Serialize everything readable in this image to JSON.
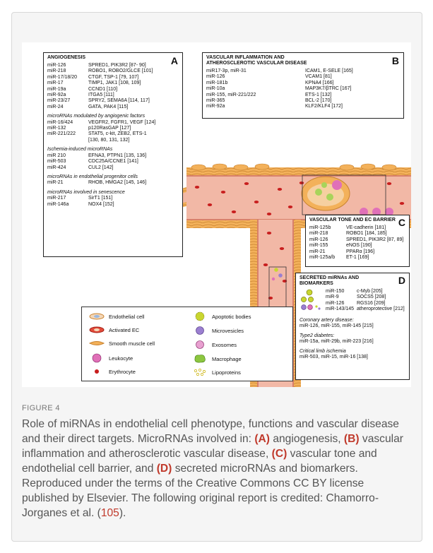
{
  "figure_label": "FIGURE 4",
  "caption": {
    "t1": "Role of miRNAs in endothelial cell phenotype, functions and vascular disease and their direct targets. MicroRNAs involved in: ",
    "a": "(A)",
    "t2": " angiogenesis, ",
    "b": "(B)",
    "t3": " vascular inflammation and atherosclerotic vascular disease, ",
    "c": "(C)",
    "t4": " vascular tone and endothelial cell barrier, and ",
    "d": "(D)",
    "t5": " secreted microRNAs and biomarkers. Reproduced under the terms of the Creative Commons CC BY license published by Elsevier. The following original report is credited: Chamorro-Jorganes et al. (",
    "ref": "105",
    "t6": ")."
  },
  "panel_a": {
    "letter": "A",
    "title": "ANGIOGENESIS",
    "rows": [
      [
        "miR-126",
        "SPRED1, PIK3R2 [87- 90]"
      ],
      [
        "miR-218",
        "ROBO1, ROBO2/GLCE [101]"
      ],
      [
        "miR-17/18/20",
        "CTGF, TSP-1 [79, 107]"
      ],
      [
        "miR-17",
        "TIMP1, JAK1 [108, 109]"
      ],
      [
        "miR-19a",
        "CCND1 [110]"
      ],
      [
        "miR-92a",
        "ITGA5 [111]"
      ],
      [
        "miR-23/27",
        "SPRY2, SEMA6A [114, 117]"
      ],
      [
        "miR-24",
        "GATA, PAK4 [115]"
      ]
    ],
    "s1": "microRNAs modulated by angiogenic factors",
    "rows1": [
      [
        "miR-16/424",
        "VEGFR2, FGFR1, VEGF [124]"
      ],
      [
        "miR-132",
        "p120RasGAP [127]"
      ],
      [
        "miR-221/222",
        "STAT5, c-kit, ZEB2, ETS-1"
      ],
      [
        "",
        "[130, 80, 131, 132]"
      ]
    ],
    "s2": "Ischemia-induced microRNAs",
    "rows2": [
      [
        "miR 210",
        "EFNA3, PTPN1 [135, 136]"
      ],
      [
        "miR-503",
        "CDC25A/CCNE1 [141]"
      ],
      [
        "miR-424",
        "CUL2 [142]"
      ]
    ],
    "s3": "microRNAs in endothelial progenitor cells",
    "rows3": [
      [
        "miR-21",
        "RHOB, HMGA2 [145, 146]"
      ]
    ],
    "s4": "microRNAs involved in senescence",
    "rows4": [
      [
        "miR-217",
        "SirT1 [151]"
      ],
      [
        "miR-146a",
        "NOX4 [152]"
      ]
    ]
  },
  "panel_b": {
    "letter": "B",
    "title1": "VASCULAR INFLAMMATION AND",
    "title2": "ATHEROSCLEROTIC VASCULAR DISEASE",
    "rows": [
      [
        "miR17-3p, miR-31",
        "ICAM1, E-SELE [165]"
      ],
      [
        "miR-126",
        "VCAM1 [81]"
      ],
      [
        "miR-181b",
        "KPNA4 [166]"
      ],
      [
        "miR-10a",
        "MAP3K7/βTRC [167]"
      ],
      [
        "miR-155, miR-221/222",
        "ETS-1 [132]"
      ],
      [
        "miR-365",
        "BCL-2 [170]"
      ],
      [
        "miR-92a",
        "KLF2/KLF4 [172]"
      ]
    ]
  },
  "panel_c": {
    "letter": "C",
    "title": "VASCULAR TONE AND EC BARRIER",
    "rows": [
      [
        "miR-125b",
        "VE-cadherin [181]"
      ],
      [
        "miR-218",
        "ROBO1 [184, 185]"
      ],
      [
        "miR-126",
        "SPRED1, PIK3R2 [87, 89]"
      ],
      [
        "miR-155",
        "eNOS [190]"
      ],
      [
        "miR-21",
        "PPARα [196]"
      ],
      [
        "miR-125a/b",
        "ET-1 [169]"
      ]
    ]
  },
  "panel_d": {
    "letter": "D",
    "title1": "SECRETED miRNAs AND",
    "title2": "BIOMARKERS",
    "rows": [
      [
        "miR-150",
        "c-Myb [205]"
      ],
      [
        "miR-9",
        "SOCS5 [208]"
      ],
      [
        "miR-126",
        "RGS16 [209]"
      ],
      [
        "miR-143/145",
        "atheroprotective [212]"
      ]
    ],
    "s1": "Coronary artery disease:",
    "t1": "miR-126, miR-155, miR-145 [215]",
    "s2": "Type2 diabetes:",
    "t2": "miR-15a, miR-29b, miR-223 [216]",
    "s3": "Critical limb ischemia",
    "t3": "miR-503, miR-15, miR-16 [138]"
  },
  "legend": {
    "endothelial": "Endothelial cell",
    "activated": "Activated EC",
    "smooth": "Smooth muscle cell",
    "leukocyte": "Leukocyte",
    "erythrocyte": "Erythrocyte",
    "apoptotic": "Apoptotic bodies",
    "microvesicles": "Microvesicles",
    "exosomes": "Exosomes",
    "macrophage": "Macrophage",
    "lipoproteins": "Lipoproteins"
  },
  "colors": {
    "vessel_wall": "#f0a44a",
    "vessel_lumen": "#f2b8a6",
    "erythrocyte": "#c81e1e",
    "leukocyte": "#e070b8",
    "apoptotic": "#c9d630",
    "caption_ref": "#c0392b"
  }
}
